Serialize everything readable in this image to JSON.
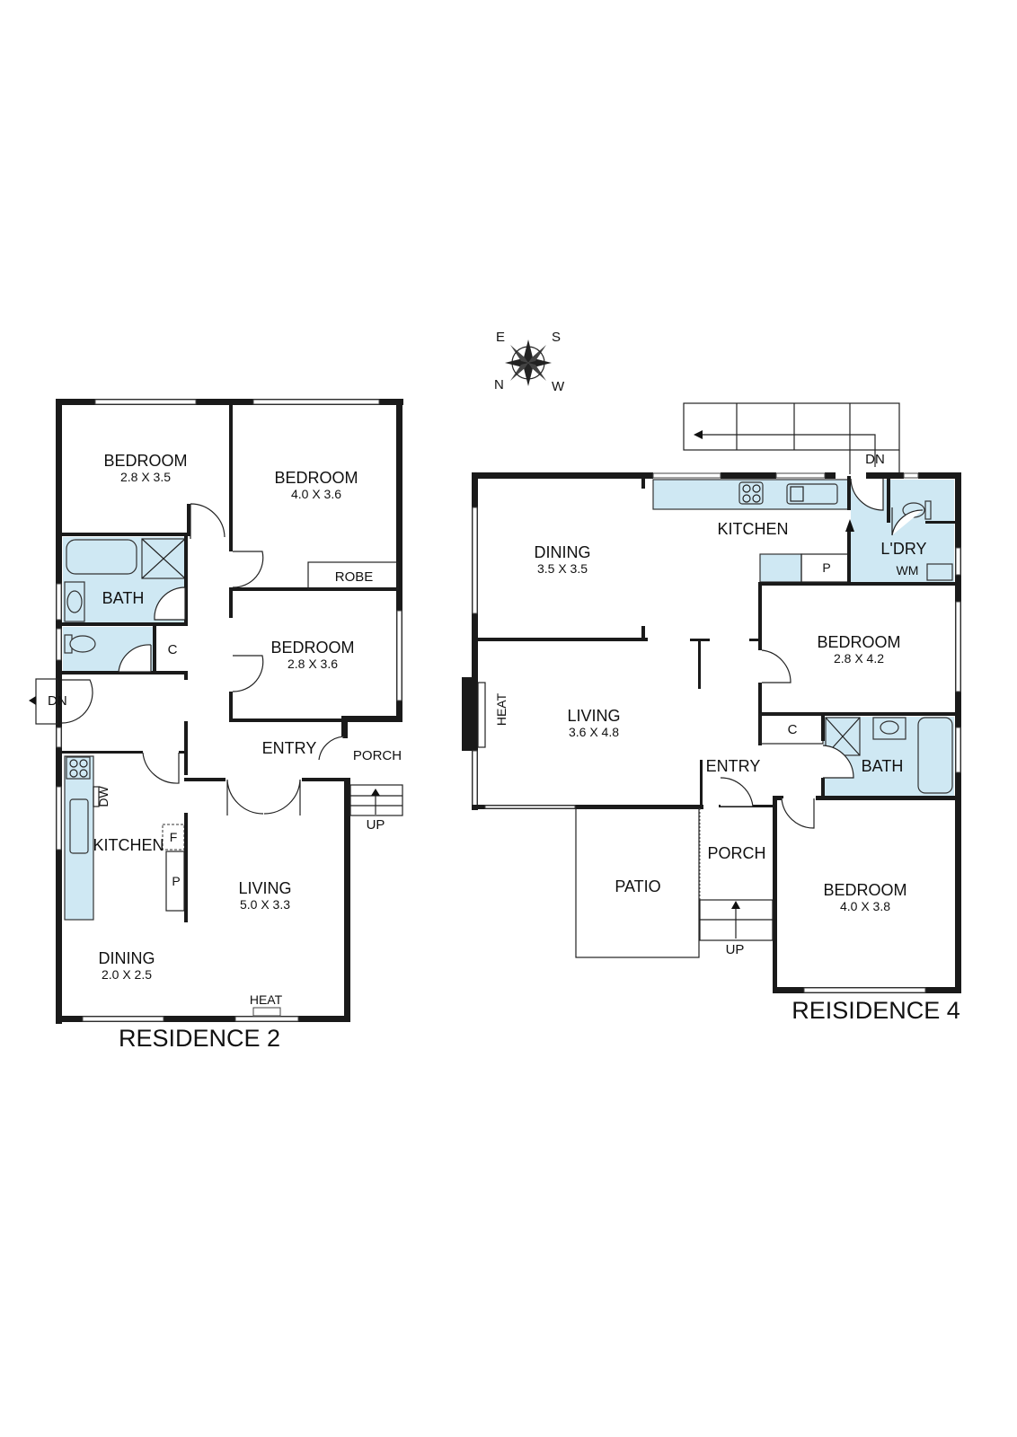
{
  "compass": {
    "e": "E",
    "s": "S",
    "n": "N",
    "w": "W"
  },
  "residence2": {
    "title": "RESIDENCE 2",
    "rooms": {
      "bedroom1": {
        "name": "BEDROOM",
        "size": "2.8 X 3.5"
      },
      "bedroom2": {
        "name": "BEDROOM",
        "size": "4.0 X 3.6"
      },
      "bedroom3": {
        "name": "BEDROOM",
        "size": "2.8 X 3.6"
      },
      "robe": "ROBE",
      "bath": "BATH",
      "cupboard": "C",
      "dn": "DN",
      "entry": "ENTRY",
      "porch": "PORCH",
      "up": "UP",
      "kitchen": "KITCHEN",
      "dw": "DW",
      "fridge": "F",
      "pantry": "P",
      "living": {
        "name": "LIVING",
        "size": "5.0 X 3.3"
      },
      "dining": {
        "name": "DINING",
        "size": "2.0 X 2.5"
      },
      "heat": "HEAT"
    }
  },
  "residence4": {
    "title": "REISIDENCE 4",
    "rooms": {
      "dining": {
        "name": "DINING",
        "size": "3.5 X 3.5"
      },
      "kitchen": "KITCHEN",
      "dn": "DN",
      "laundry": "L'DRY",
      "wm": "WM",
      "pantry": "P",
      "bedroom1": {
        "name": "BEDROOM",
        "size": "2.8 X 4.2"
      },
      "living": {
        "name": "LIVING",
        "size": "3.6 X 4.8"
      },
      "heat": "HEAT",
      "cupboard": "C",
      "bath": "BATH",
      "entry": "ENTRY",
      "porch": "PORCH",
      "patio": "PATIO",
      "up": "UP",
      "bedroom2": {
        "name": "BEDROOM",
        "size": "4.0 X 3.8"
      }
    }
  },
  "colors": {
    "wet_area": "#cfe8f3",
    "wall": "#1a1a1a"
  }
}
